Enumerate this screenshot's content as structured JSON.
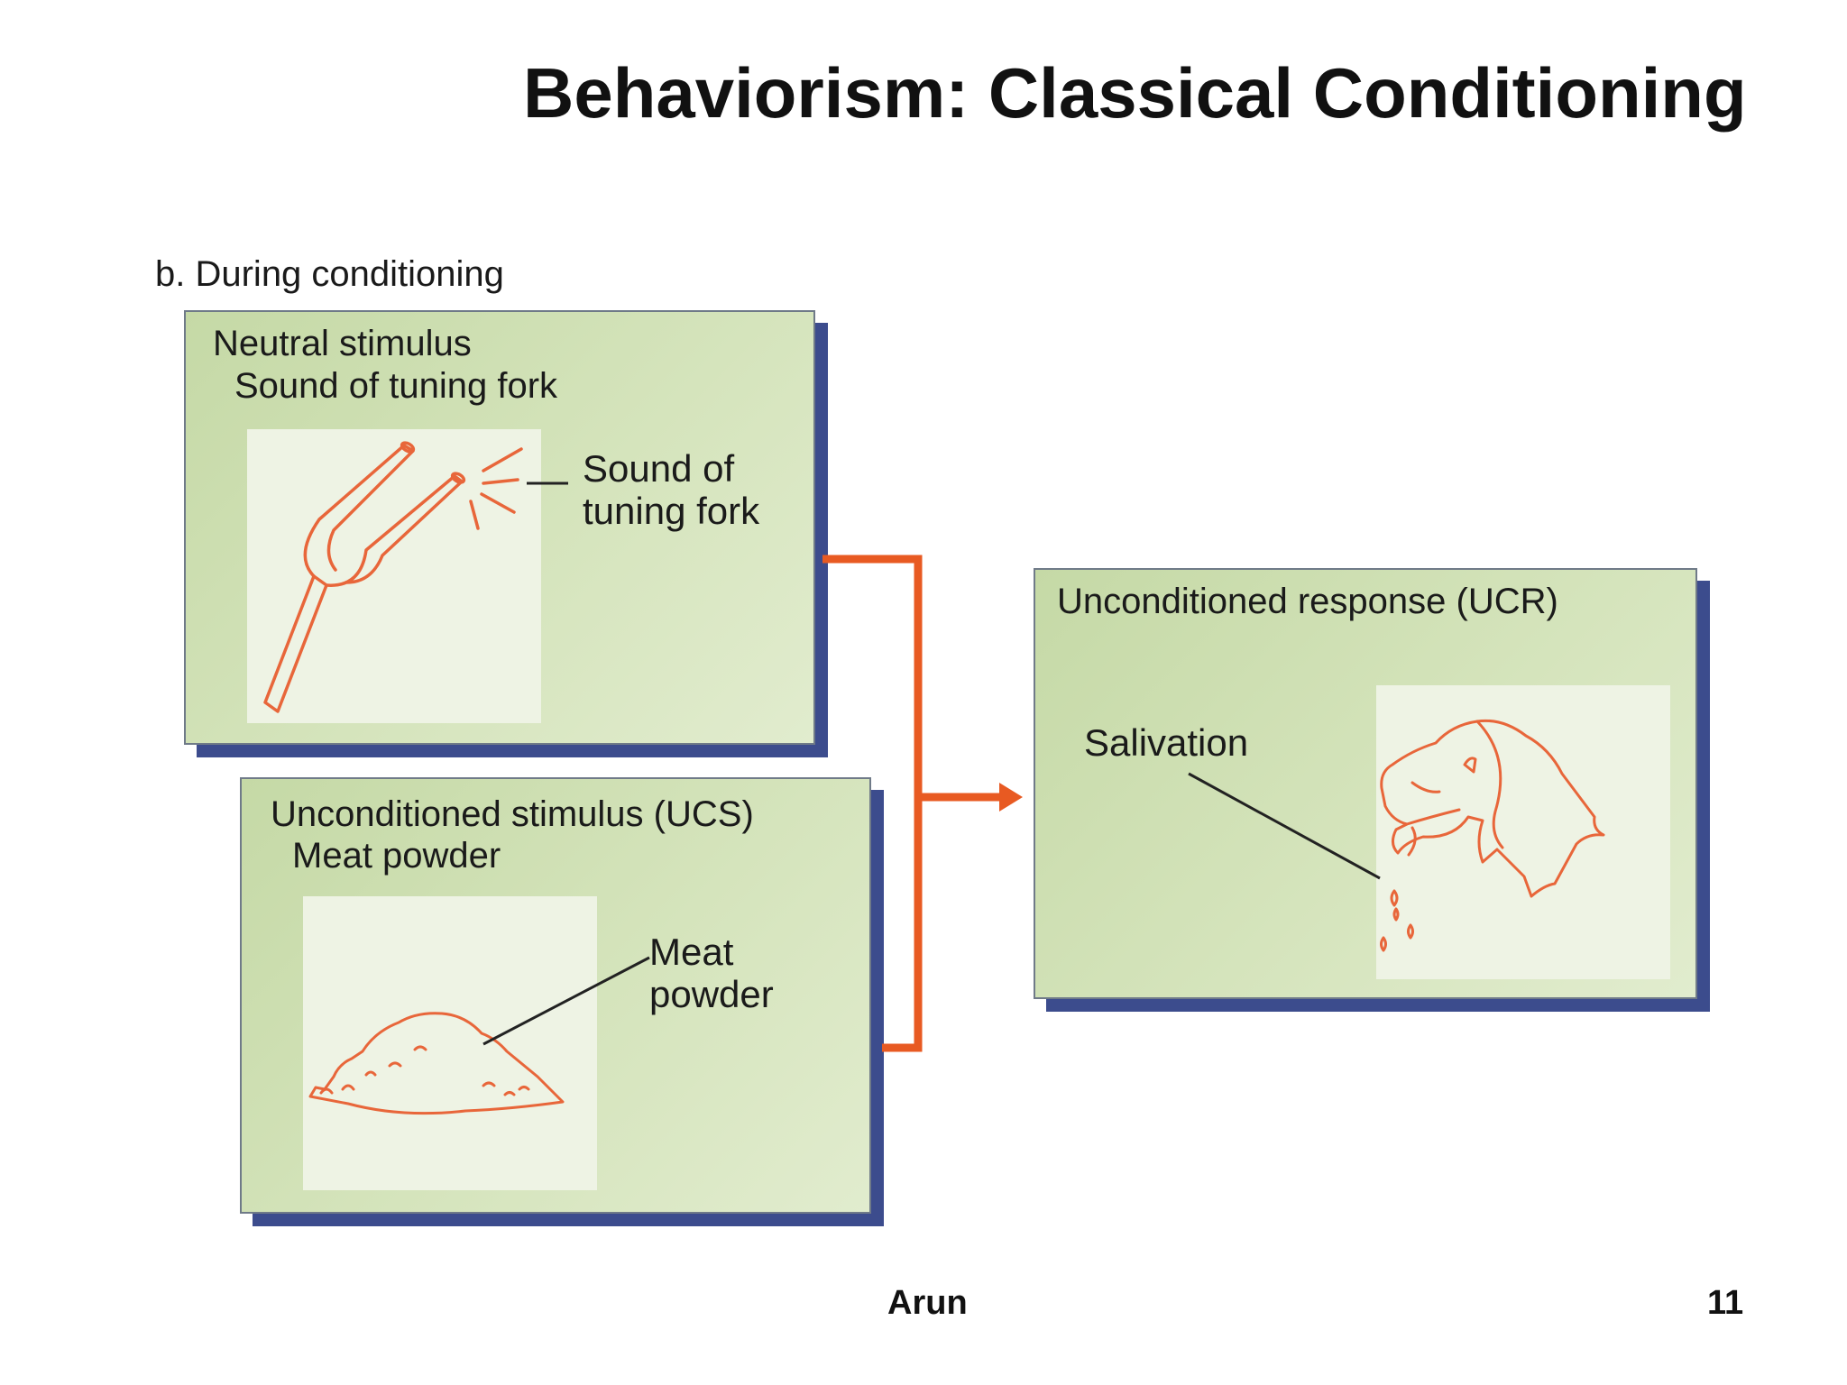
{
  "slide": {
    "title": "Behaviorism: Classical Conditioning",
    "author": "Arun",
    "page_number": "11"
  },
  "diagram": {
    "label": "b. During conditioning",
    "panels": {
      "neutral_stimulus": {
        "heading": "Neutral stimulus",
        "subheading": "Sound of tuning fork",
        "callout": [
          "Sound of",
          "tuning fork"
        ],
        "icon": "tuning-fork-icon"
      },
      "unconditioned_stimulus": {
        "heading": "Unconditioned stimulus (UCS)",
        "subheading": "Meat powder",
        "callout": [
          "Meat",
          "powder"
        ],
        "icon": "meat-powder-icon"
      },
      "unconditioned_response": {
        "heading": "Unconditioned response (UCR)",
        "callout": "Salivation",
        "icon": "dog-head-icon"
      }
    },
    "colors": {
      "panel_fill": "#d3e3b9",
      "panel_shadow": "#3c4c8d",
      "connector": "#e85a22",
      "illustration_stroke": "#e8663a"
    }
  }
}
